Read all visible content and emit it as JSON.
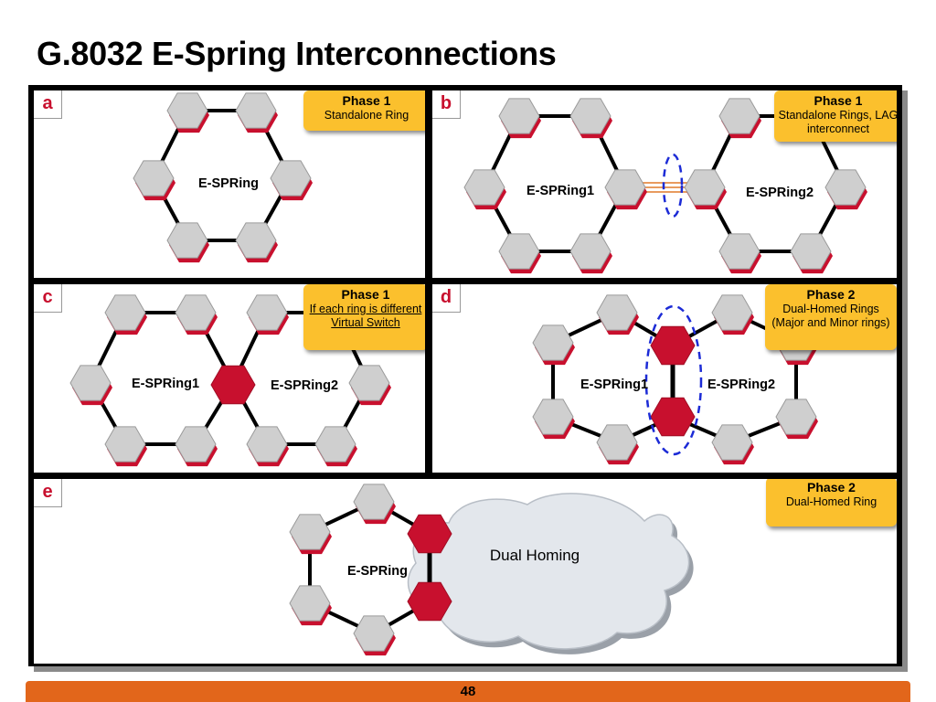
{
  "title": "G.8032 E-Spring Interconnections",
  "page_number": "48",
  "colors": {
    "accent_red": "#c8102e",
    "callout_yellow": "#fbc02d",
    "node_gray": "#cfcfcf",
    "footer_orange": "#e2661b",
    "lag_link": "#e07a2a",
    "ellipse_blue": "#1c2bd6"
  },
  "panels": {
    "a": {
      "letter": "a",
      "phase": "Phase 1",
      "desc": "Standalone Ring",
      "rings": [
        "E-SPRing"
      ]
    },
    "b": {
      "letter": "b",
      "phase": "Phase 1",
      "desc": "Standalone Rings, LAG interconnect",
      "rings": [
        "E-SPRing1",
        "E-SPRing2"
      ]
    },
    "c": {
      "letter": "c",
      "phase": "Phase 1",
      "desc": "If each ring is different Virtual Switch",
      "rings": [
        "E-SPRing1",
        "E-SPRing2"
      ]
    },
    "d": {
      "letter": "d",
      "phase": "Phase 2",
      "desc": "Dual-Homed Rings (Major and Minor rings)",
      "rings": [
        "E-SPRing1",
        "E-SPRing2"
      ]
    },
    "e": {
      "letter": "e",
      "phase": "Phase 2",
      "desc": "Dual-Homed Ring",
      "rings": [
        "E-SPRing"
      ],
      "cloud": "Dual Homing"
    }
  }
}
